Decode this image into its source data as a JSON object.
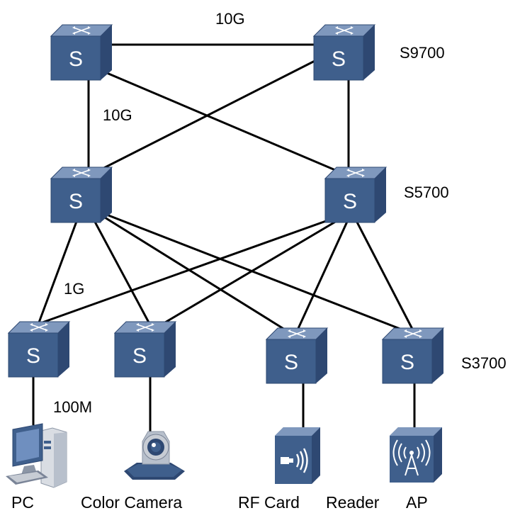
{
  "switch_glyph": "S",
  "switch_label_core": "S9700",
  "switch_label_aggregation": "S5700",
  "switch_label_access": "S3700",
  "link_labels": {
    "core_top": "10G",
    "core_vertical": "10G",
    "aggregation_to_access": "1G",
    "access_to_device": "100M"
  },
  "device_labels": {
    "pc": "PC",
    "camera": "Color Camera",
    "rf_card": "RF Card",
    "reader": "Reader",
    "ap": "AP"
  },
  "colors": {
    "switch_front": "#3F5F8C",
    "switch_top": "#7F98BD",
    "switch_side": "#2E4872",
    "link": "#000000",
    "device_blue": "#3F5F8C"
  },
  "icons": {
    "switch": "switch-icon",
    "pc": "pc-icon",
    "camera": "camera-icon",
    "rf_card": "rf-card-icon",
    "ap": "wireless-ap-icon"
  }
}
